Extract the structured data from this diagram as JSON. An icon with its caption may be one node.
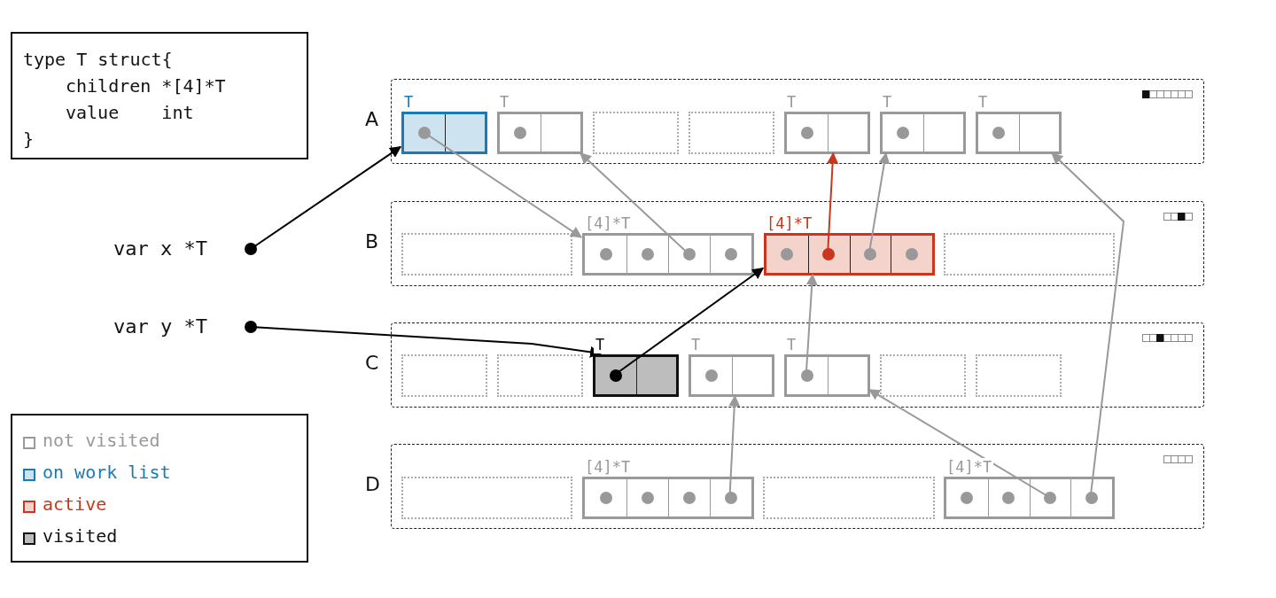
{
  "diagram": {
    "nodes": [
      {
        "text": [
          "type T struct{",
          "children *[4]*T",
          "value    int",
          "}"
        ]
      },
      {
        "text": [
          "A"
        ]
      },
      {
        "text": [
          "T"
        ],
        "in": 1
      },
      {
        "text": [
          "T"
        ],
        "in": 1
      },
      {
        "text": [],
        "shape": "box",
        "in": 1
      },
      {
        "text": [],
        "shape": "box",
        "in": 1
      },
      {
        "text": [
          "T"
        ],
        "in": 1
      },
      {
        "text": [
          "T"
        ],
        "in": 1
      },
      {
        "text": [
          "T"
        ],
        "in": 1
      },
      {
        "text": [
          "var x *T"
        ]
      },
      {
        "text": [
          "B"
        ]
      },
      {
        "text": [],
        "shape": "box",
        "in": 10
      },
      {
        "text": [
          "[4]*T"
        ],
        "in": 10
      },
      {
        "text": [
          "[4]*T"
        ],
        "in": 10
      },
      {
        "text": [],
        "shape": "box",
        "in": 10
      },
      {
        "text": [
          "var y *T"
        ]
      },
      {
        "text": [
          "C"
        ]
      },
      {
        "text": [],
        "shape": "box",
        "in": 16
      },
      {
        "text": [],
        "shape": "box",
        "in": 16
      },
      {
        "text": [
          "T"
        ],
        "in": 16
      },
      {
        "text": [
          "T"
        ],
        "in": 16
      },
      {
        "text": [
          "T"
        ],
        "in": 16
      },
      {
        "text": [],
        "shape": "box",
        "in": 16
      },
      {
        "text": [],
        "shape": "box",
        "in": 16
      },
      {
        "text": [
          "D"
        ]
      },
      {
        "text": [],
        "shape": "box",
        "in": 24
      },
      {
        "text": [
          "[4]*T"
        ],
        "in": 24
      },
      {
        "text": [],
        "shape": "box",
        "in": 24
      },
      {
        "text": [
          "[4]*T"
        ],
        "in": 24
      }
    ],
    "edges": [
      {
        "from": 9,
        "to": 2,
        "arrow": "to",
        "color": "#000000"
      },
      {
        "from": 15,
        "to": 19,
        "arrow": "to",
        "color": "#000000"
      },
      {
        "from": 2,
        "to": 12,
        "arrow": "to"
      },
      {
        "from": 12,
        "to": 3,
        "arrow": "to"
      },
      {
        "from": 13,
        "to": 6,
        "arrow": "to",
        "color": "#c8361b"
      },
      {
        "from": 13,
        "to": 7,
        "arrow": "to"
      },
      {
        "from": 19,
        "to": 13,
        "arrow": "to",
        "color": "#000000"
      },
      {
        "from": 21,
        "to": 13,
        "arrow": "to"
      },
      {
        "from": 26,
        "to": 20,
        "arrow": "to"
      },
      {
        "from": 28,
        "to": 21,
        "arrow": "to"
      },
      {
        "from": 28,
        "to": 8,
        "arrow": "to"
      }
    ],
    "legend": [
      {
        "text": "not visited",
        "color": "#ffffff"
      },
      {
        "text": "on work list",
        "color": "#cde3f0"
      },
      {
        "text": "active",
        "color": "#f4d3cc"
      },
      {
        "text": "visited",
        "color": "#bdbdbd"
      }
    ]
  }
}
